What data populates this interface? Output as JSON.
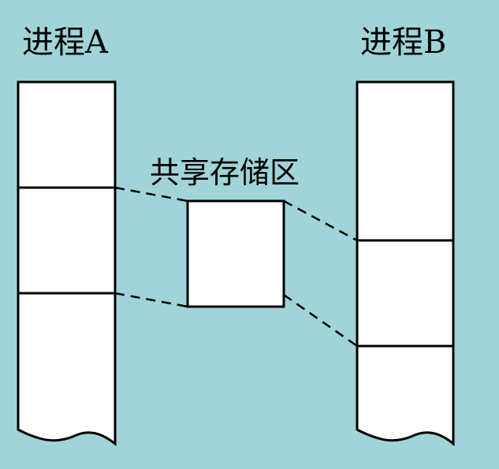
{
  "labels": {
    "process_a": "进程A",
    "process_b": "进程B",
    "shared_memory": "共享存储区"
  },
  "colors": {
    "background": "#a0d4d8",
    "block_fill": "#ffffff",
    "stroke": "#000000"
  }
}
